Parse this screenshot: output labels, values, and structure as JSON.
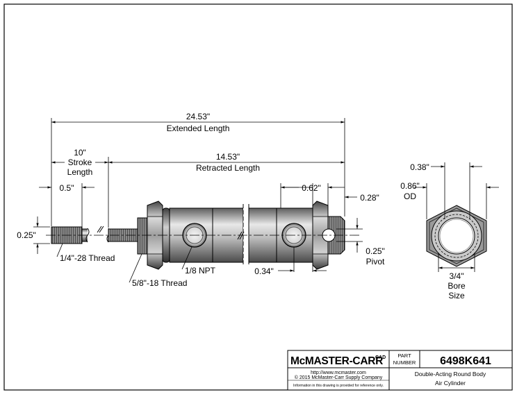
{
  "drawing": {
    "dimensions": {
      "extended_length_value": "24.53\"",
      "extended_length_label": "Extended Length",
      "stroke_value": "10\"",
      "stroke_label_1": "Stroke",
      "stroke_label_2": "Length",
      "retracted_length_value": "14.53\"",
      "retracted_length_label": "Retracted Length",
      "thread_offset": "0.5\"",
      "rod_dia": "0.25\"",
      "rod_end_height": "0.62\"",
      "pivot_offset": "0.28\"",
      "pivot_value": "0.25\"",
      "pivot_label": "Pivot",
      "port_offset": "0.34\"",
      "hex_width": "0.38\"",
      "od_value": "0.86\"",
      "od_label": "OD",
      "bore_value": "3/4\"",
      "bore_label_1": "Bore",
      "bore_label_2": "Size"
    },
    "callouts": {
      "rod_thread": "1/4\"-28 Thread",
      "mount_thread": "5/8\"-18 Thread",
      "port": "1/8 NPT"
    }
  },
  "title_block": {
    "logo": "McMASTER-CARR",
    "cad_mark": "CAD",
    "url": "http://www.mcmaster.com",
    "copyright": "© 2015 McMaster-Carr Supply Company",
    "disclaimer": "Information in this drawing is provided for reference only.",
    "part_label_1": "PART",
    "part_label_2": "NUMBER",
    "part_number": "6498K641",
    "description_1": "Double-Acting Round Body",
    "description_2": "Air Cylinder"
  }
}
